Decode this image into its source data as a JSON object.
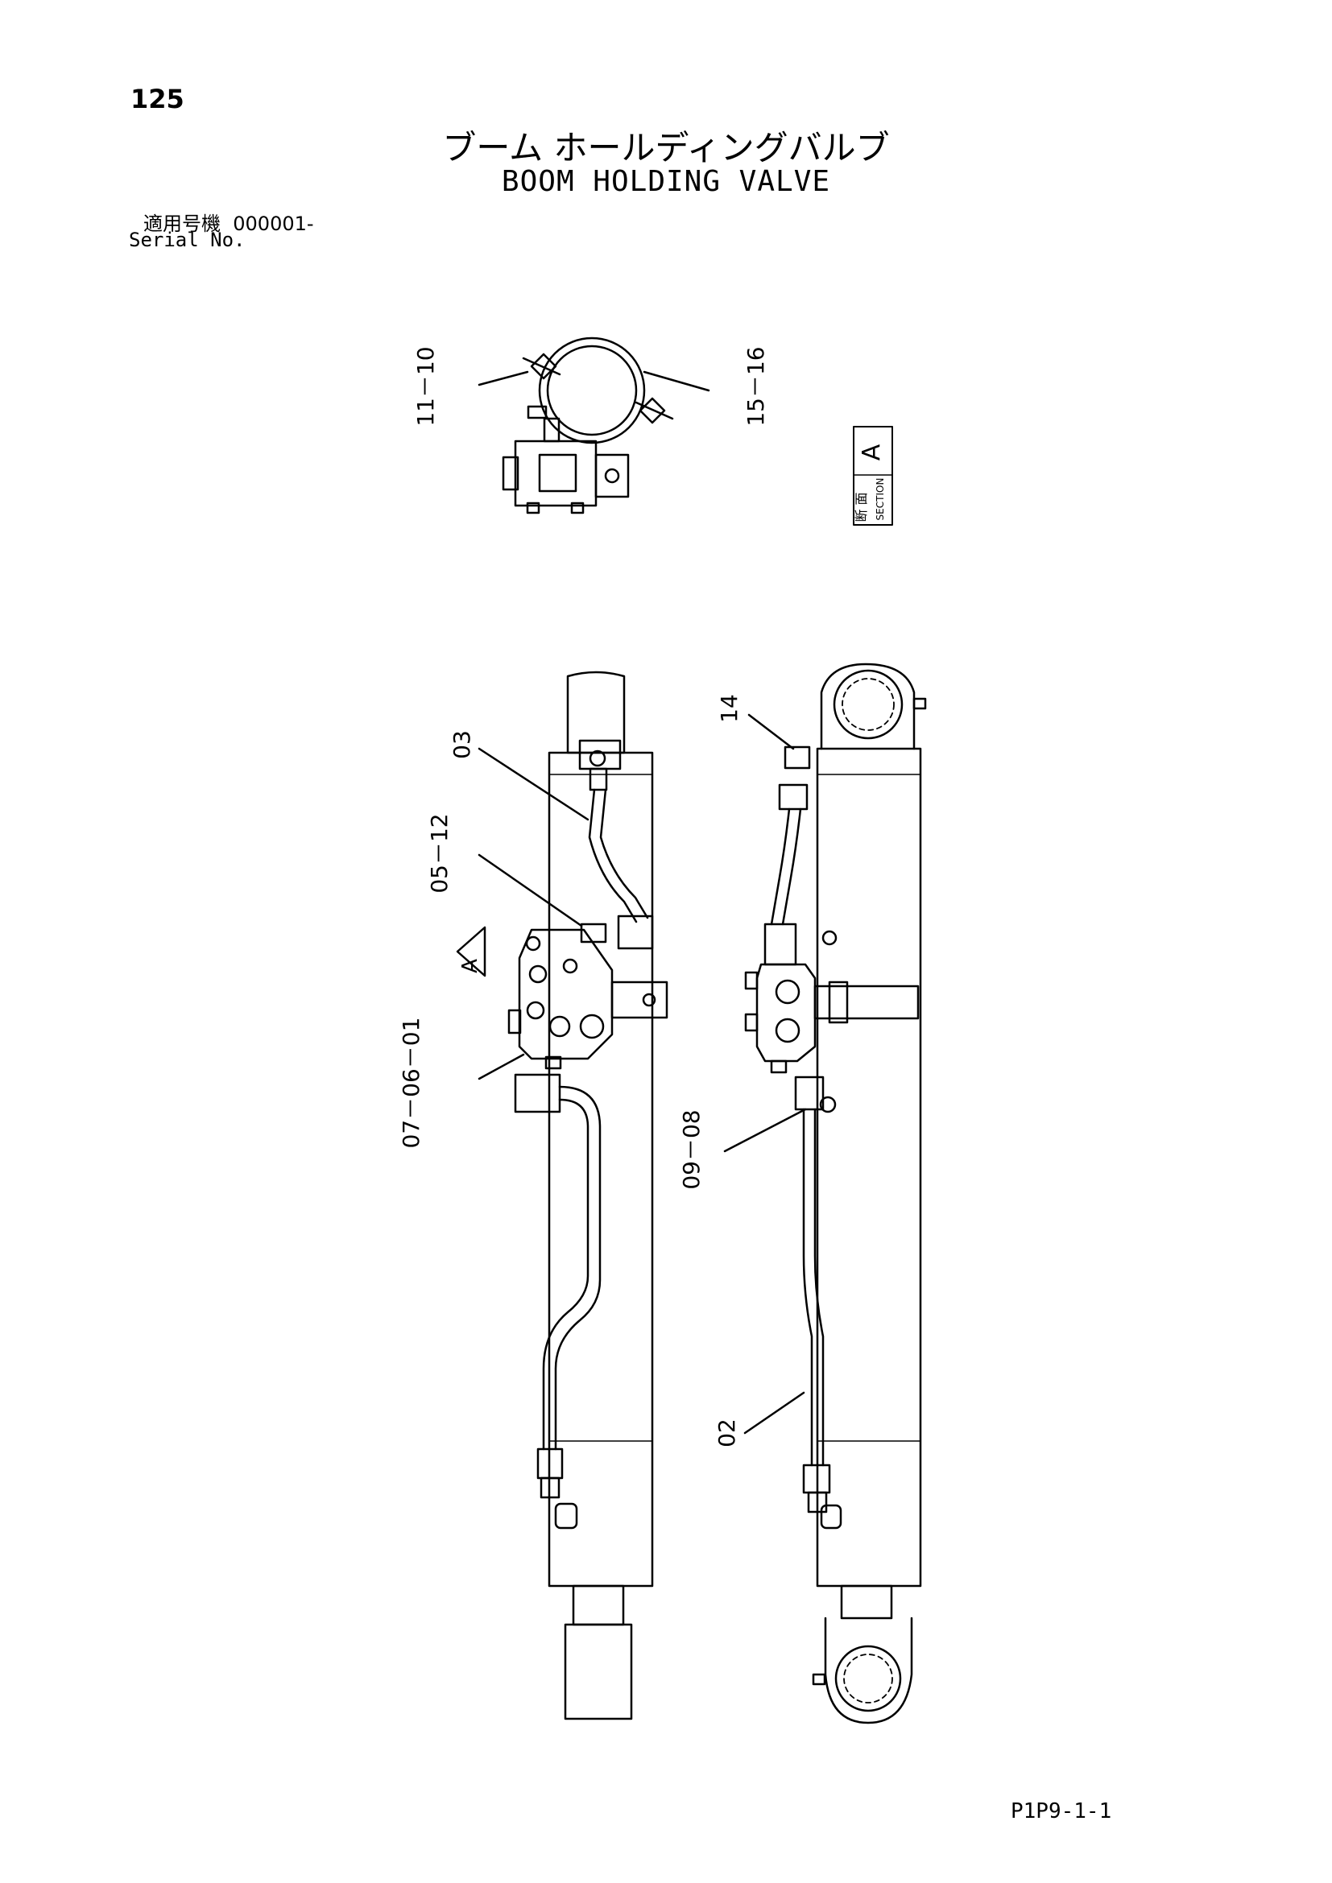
{
  "page_number": "125",
  "title_ja": "ブーム ホールディングバルブ",
  "title_en": "BOOM HOLDING VALVE",
  "serial": {
    "label_ja": "適用号機",
    "value": "000001-",
    "label_en": "Serial No."
  },
  "section_box": {
    "kanji": "断 面",
    "word": "SECTION",
    "letter": "A"
  },
  "view_marker": "A",
  "callouts": {
    "c11_10": "11－10",
    "c15_16": "15－16",
    "c03": "03",
    "c05_12": "05－12",
    "c07_06_01": "07－06－01",
    "c14": "14",
    "c09_08": "09－08",
    "c02": "02"
  },
  "drawing_code": "P1P9-1-1"
}
